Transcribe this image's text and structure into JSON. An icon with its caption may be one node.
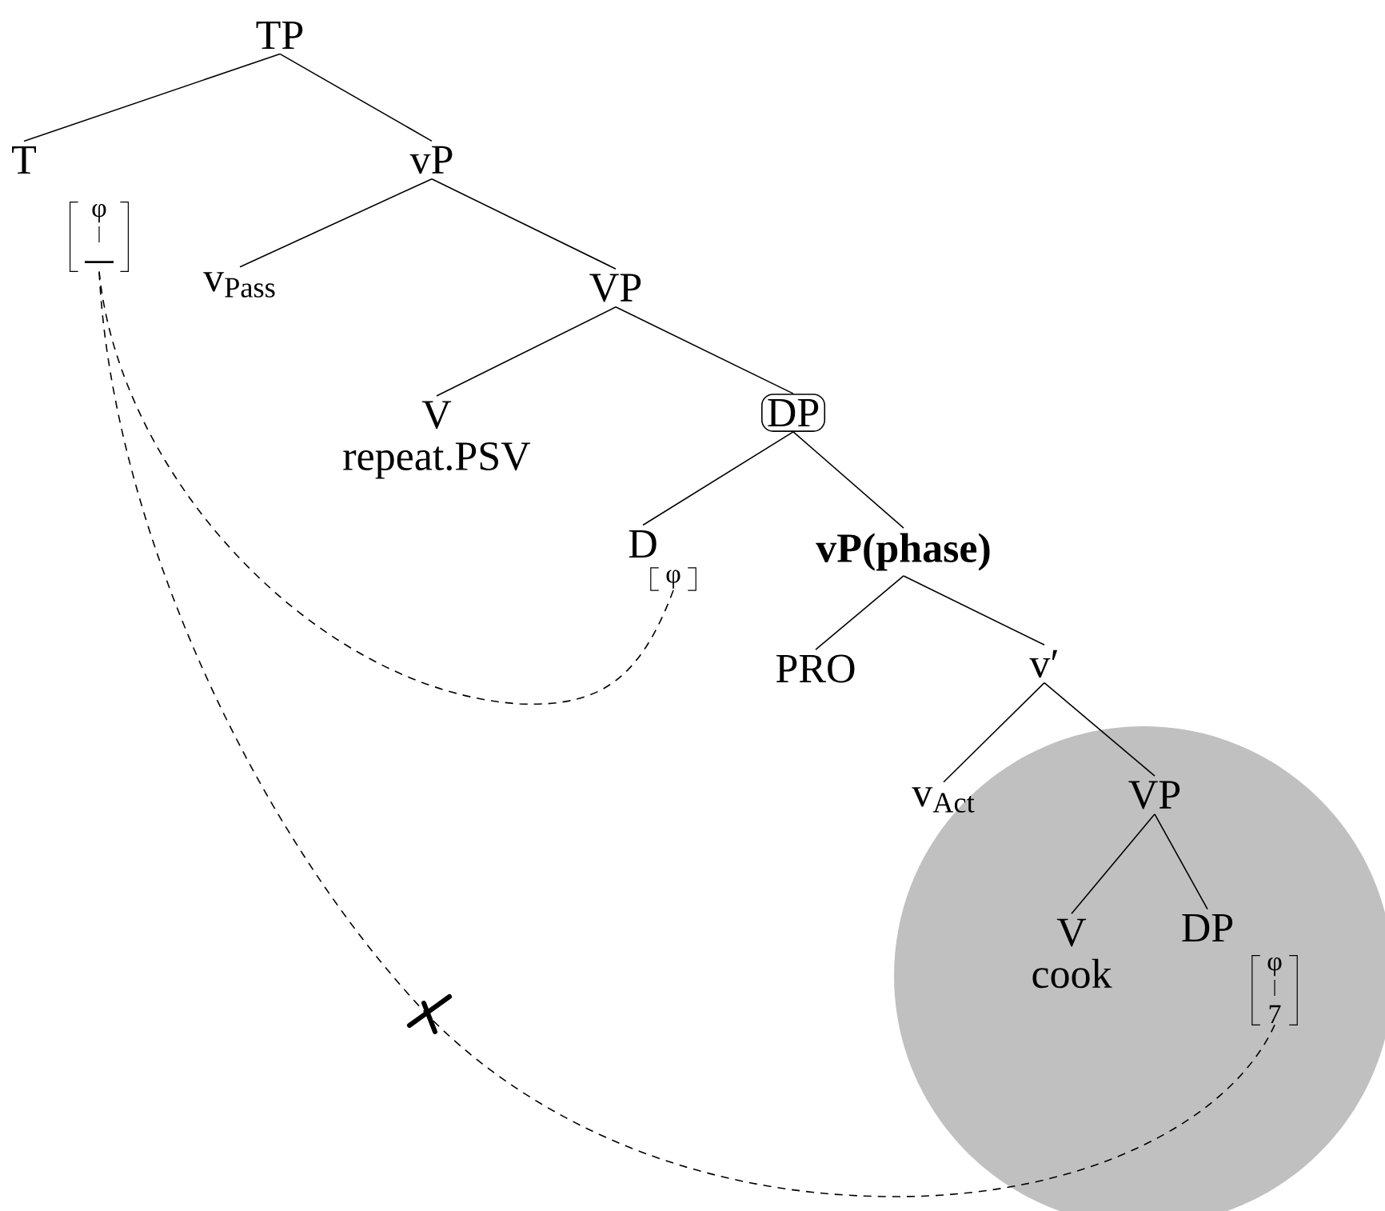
{
  "diagram": {
    "nodes": [
      {
        "text": [
          "TP"
        ]
      },
      {
        "text": [
          "T"
        ]
      },
      {
        "text": [
          "φ"
        ]
      },
      {
        "text": [
          "vP"
        ]
      },
      {
        "text": [
          "v$_{Pass}$"
        ]
      },
      {
        "text": [
          "VP"
        ]
      },
      {
        "text": [
          "V",
          "repeat.PSV"
        ]
      },
      {
        "text": [
          "DP"
        ]
      },
      {
        "text": [
          "D"
        ]
      },
      {
        "text": [
          "φ"
        ]
      },
      {
        "text": [
          "vP(phase)"
        ]
      },
      {
        "text": [
          "PRO"
        ]
      },
      {
        "text": [
          "v′"
        ]
      },
      {
        "text": [
          "v$_{Act}$"
        ]
      },
      {
        "text": [],
        "shape": "circle"
      },
      {
        "text": [
          "VP"
        ],
        "in": 14
      },
      {
        "text": [
          "V",
          "cook"
        ],
        "in": 14
      },
      {
        "text": [
          "DP"
        ],
        "in": 14
      },
      {
        "text": [
          "φ",
          "7"
        ],
        "in": 14
      }
    ],
    "edges": [
      {
        "from": 0,
        "to": 1,
        "arrow": "none"
      },
      {
        "from": 0,
        "to": 3,
        "arrow": "none"
      },
      {
        "from": 3,
        "to": 4,
        "arrow": "none"
      },
      {
        "from": 3,
        "to": 5,
        "arrow": "none"
      },
      {
        "from": 5,
        "to": 6,
        "arrow": "none"
      },
      {
        "from": 5,
        "to": 7,
        "arrow": "none"
      },
      {
        "from": 7,
        "to": 8,
        "arrow": "none"
      },
      {
        "from": 7,
        "to": 10,
        "arrow": "none"
      },
      {
        "from": 10,
        "to": 11,
        "arrow": "none"
      },
      {
        "from": 10,
        "to": 12,
        "arrow": "none"
      },
      {
        "from": 12,
        "to": 13,
        "arrow": "none"
      },
      {
        "from": 12,
        "to": 15,
        "arrow": "none"
      },
      {
        "from": 15,
        "to": 16,
        "arrow": "none"
      },
      {
        "from": 15,
        "to": 17,
        "arrow": "none"
      },
      {
        "from": 9,
        "to": 2,
        "arrow": "none",
        "style": "dashed"
      },
      {
        "from": 18,
        "to": 2,
        "arrow": "none",
        "style": "dashed"
      }
    ]
  }
}
